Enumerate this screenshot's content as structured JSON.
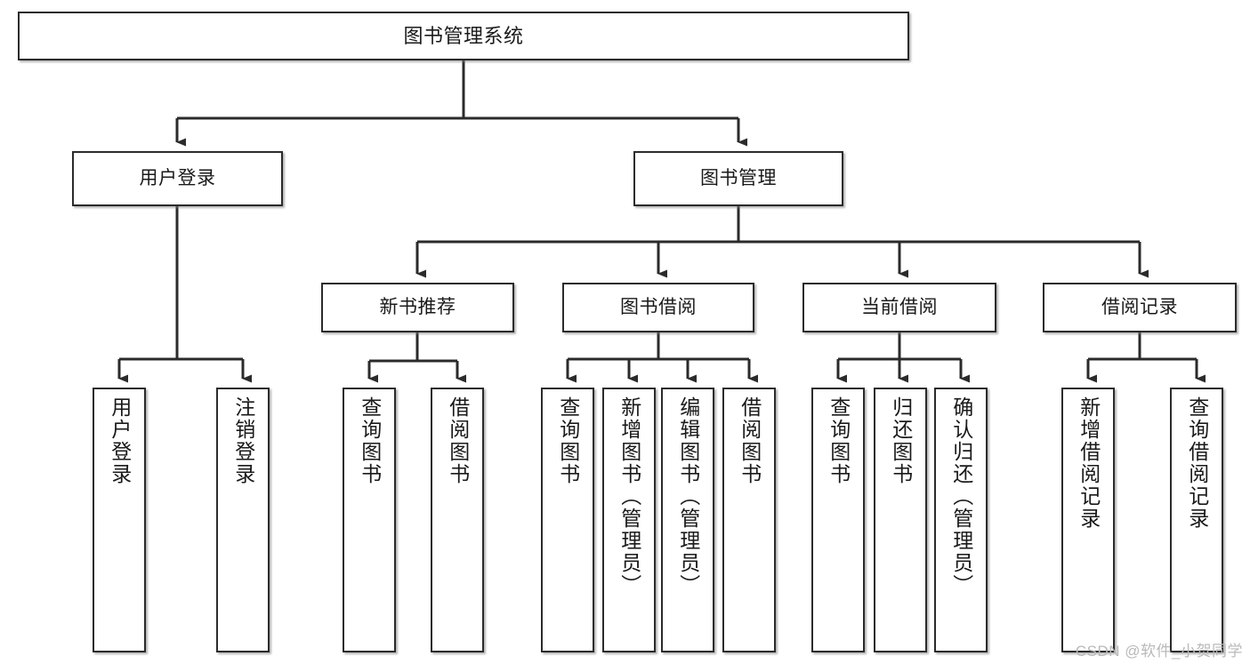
{
  "diagram": {
    "title": "图书管理系统",
    "stroke_color": "#2b2b2b",
    "fill_color": "#ffffff",
    "text_color": "#1a1a1a",
    "watermark": "CSDN @软件_小贺同学",
    "nodes": {
      "root": {
        "label": "图书管理系统"
      },
      "level2": [
        {
          "label": "用户登录"
        },
        {
          "label": "图书管理"
        }
      ],
      "level3": [
        {
          "label": "新书推荐"
        },
        {
          "label": "图书借阅"
        },
        {
          "label": "当前借阅"
        },
        {
          "label": "借阅记录"
        }
      ],
      "leaves": {
        "user_login": [
          {
            "label": "用户登录"
          },
          {
            "label": "注销登录"
          }
        ],
        "new_book_recommend": [
          {
            "label": "查询图书"
          },
          {
            "label": "借阅图书"
          }
        ],
        "book_borrow": [
          {
            "label": "查询图书"
          },
          {
            "label": "新增图书（管理员）"
          },
          {
            "label": "编辑图书（管理员）"
          },
          {
            "label": "借阅图书"
          }
        ],
        "current_borrow": [
          {
            "label": "查询图书"
          },
          {
            "label": "归还图书"
          },
          {
            "label": "确认归还（管理员）"
          }
        ],
        "borrow_record": [
          {
            "label": "新增借阅记录"
          },
          {
            "label": "查询借阅记录"
          }
        ]
      }
    }
  }
}
